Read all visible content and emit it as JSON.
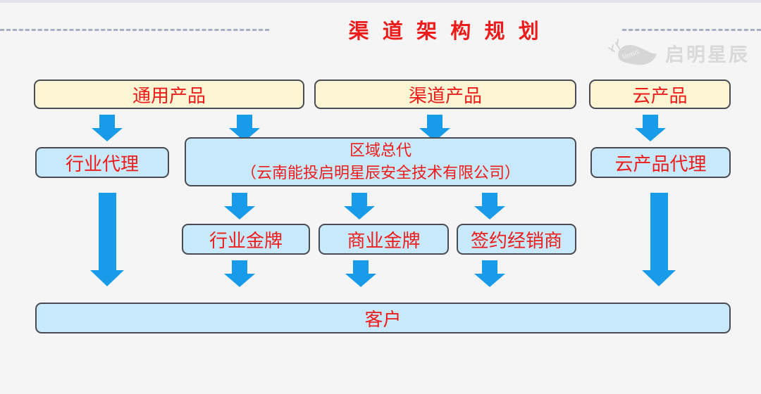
{
  "page": {
    "title": "渠 道 架 构 规 划"
  },
  "logo": {
    "brand_text": "启明星辰",
    "brand_script": "Venus"
  },
  "colors": {
    "accent_red": "#ee1b1b",
    "arrow_blue": "#189cea",
    "box_yellow_fill": "#fcf5d3",
    "box_blue_fill": "#c8e9fa",
    "box_border": "#4a4a52",
    "background": "#f5f5f6",
    "dash_line": "#a9afc3",
    "logo_gray": "#d9d9d9"
  },
  "diagram": {
    "top_row": [
      {
        "id": "general-products",
        "label": "通用产品"
      },
      {
        "id": "channel-products",
        "label": "渠道产品"
      },
      {
        "id": "cloud-products",
        "label": "云产品"
      }
    ],
    "mid_row": [
      {
        "id": "industry-agent",
        "label": "行业代理"
      },
      {
        "id": "regional-distributor",
        "label": "区域总代",
        "sublabel": "（云南能投启明星辰安全技术有限公司）"
      },
      {
        "id": "cloud-product-agent",
        "label": "云产品代理"
      }
    ],
    "third_row": [
      {
        "id": "industry-gold",
        "label": "行业金牌"
      },
      {
        "id": "commercial-gold",
        "label": "商业金牌"
      },
      {
        "id": "contracted-dealer",
        "label": "签约经销商"
      }
    ],
    "bottom_row": {
      "id": "customer",
      "label": "客户"
    }
  }
}
